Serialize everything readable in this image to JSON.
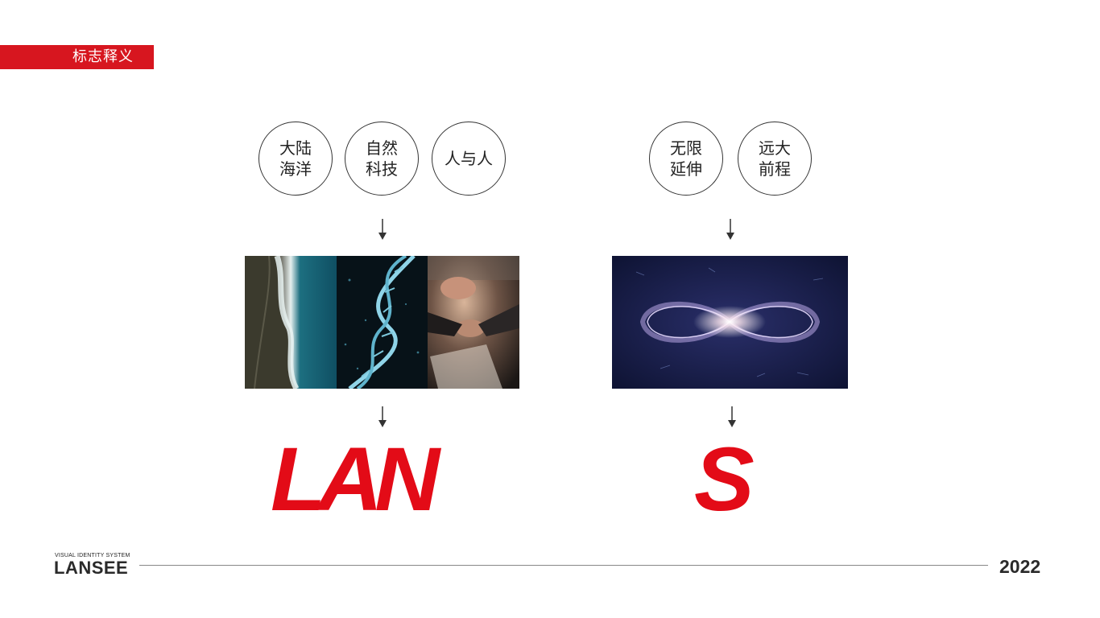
{
  "section_tag": "标志释义",
  "left_group": {
    "concepts": [
      {
        "line1": "大陆",
        "line2": "海洋"
      },
      {
        "line1": "自然",
        "line2": "科技"
      },
      {
        "line1": "人与人",
        "line2": ""
      }
    ],
    "photo_icons": [
      "coastline-image",
      "dna-helix-image",
      "handshake-image"
    ],
    "logo": "LAN"
  },
  "right_group": {
    "concepts": [
      {
        "line1": "无限",
        "line2": "延伸"
      },
      {
        "line1": "远大",
        "line2": "前程"
      }
    ],
    "photo_icons": [
      "infinity-light-image"
    ],
    "logo": "S"
  },
  "footer": {
    "subtitle": "VISUAL IDENTITY SYSTEM",
    "brand": "LANSEE",
    "year": "2022"
  },
  "colors": {
    "accent_red": "#e30b17",
    "tag_red": "#d7161f",
    "text_dark": "#222222"
  }
}
